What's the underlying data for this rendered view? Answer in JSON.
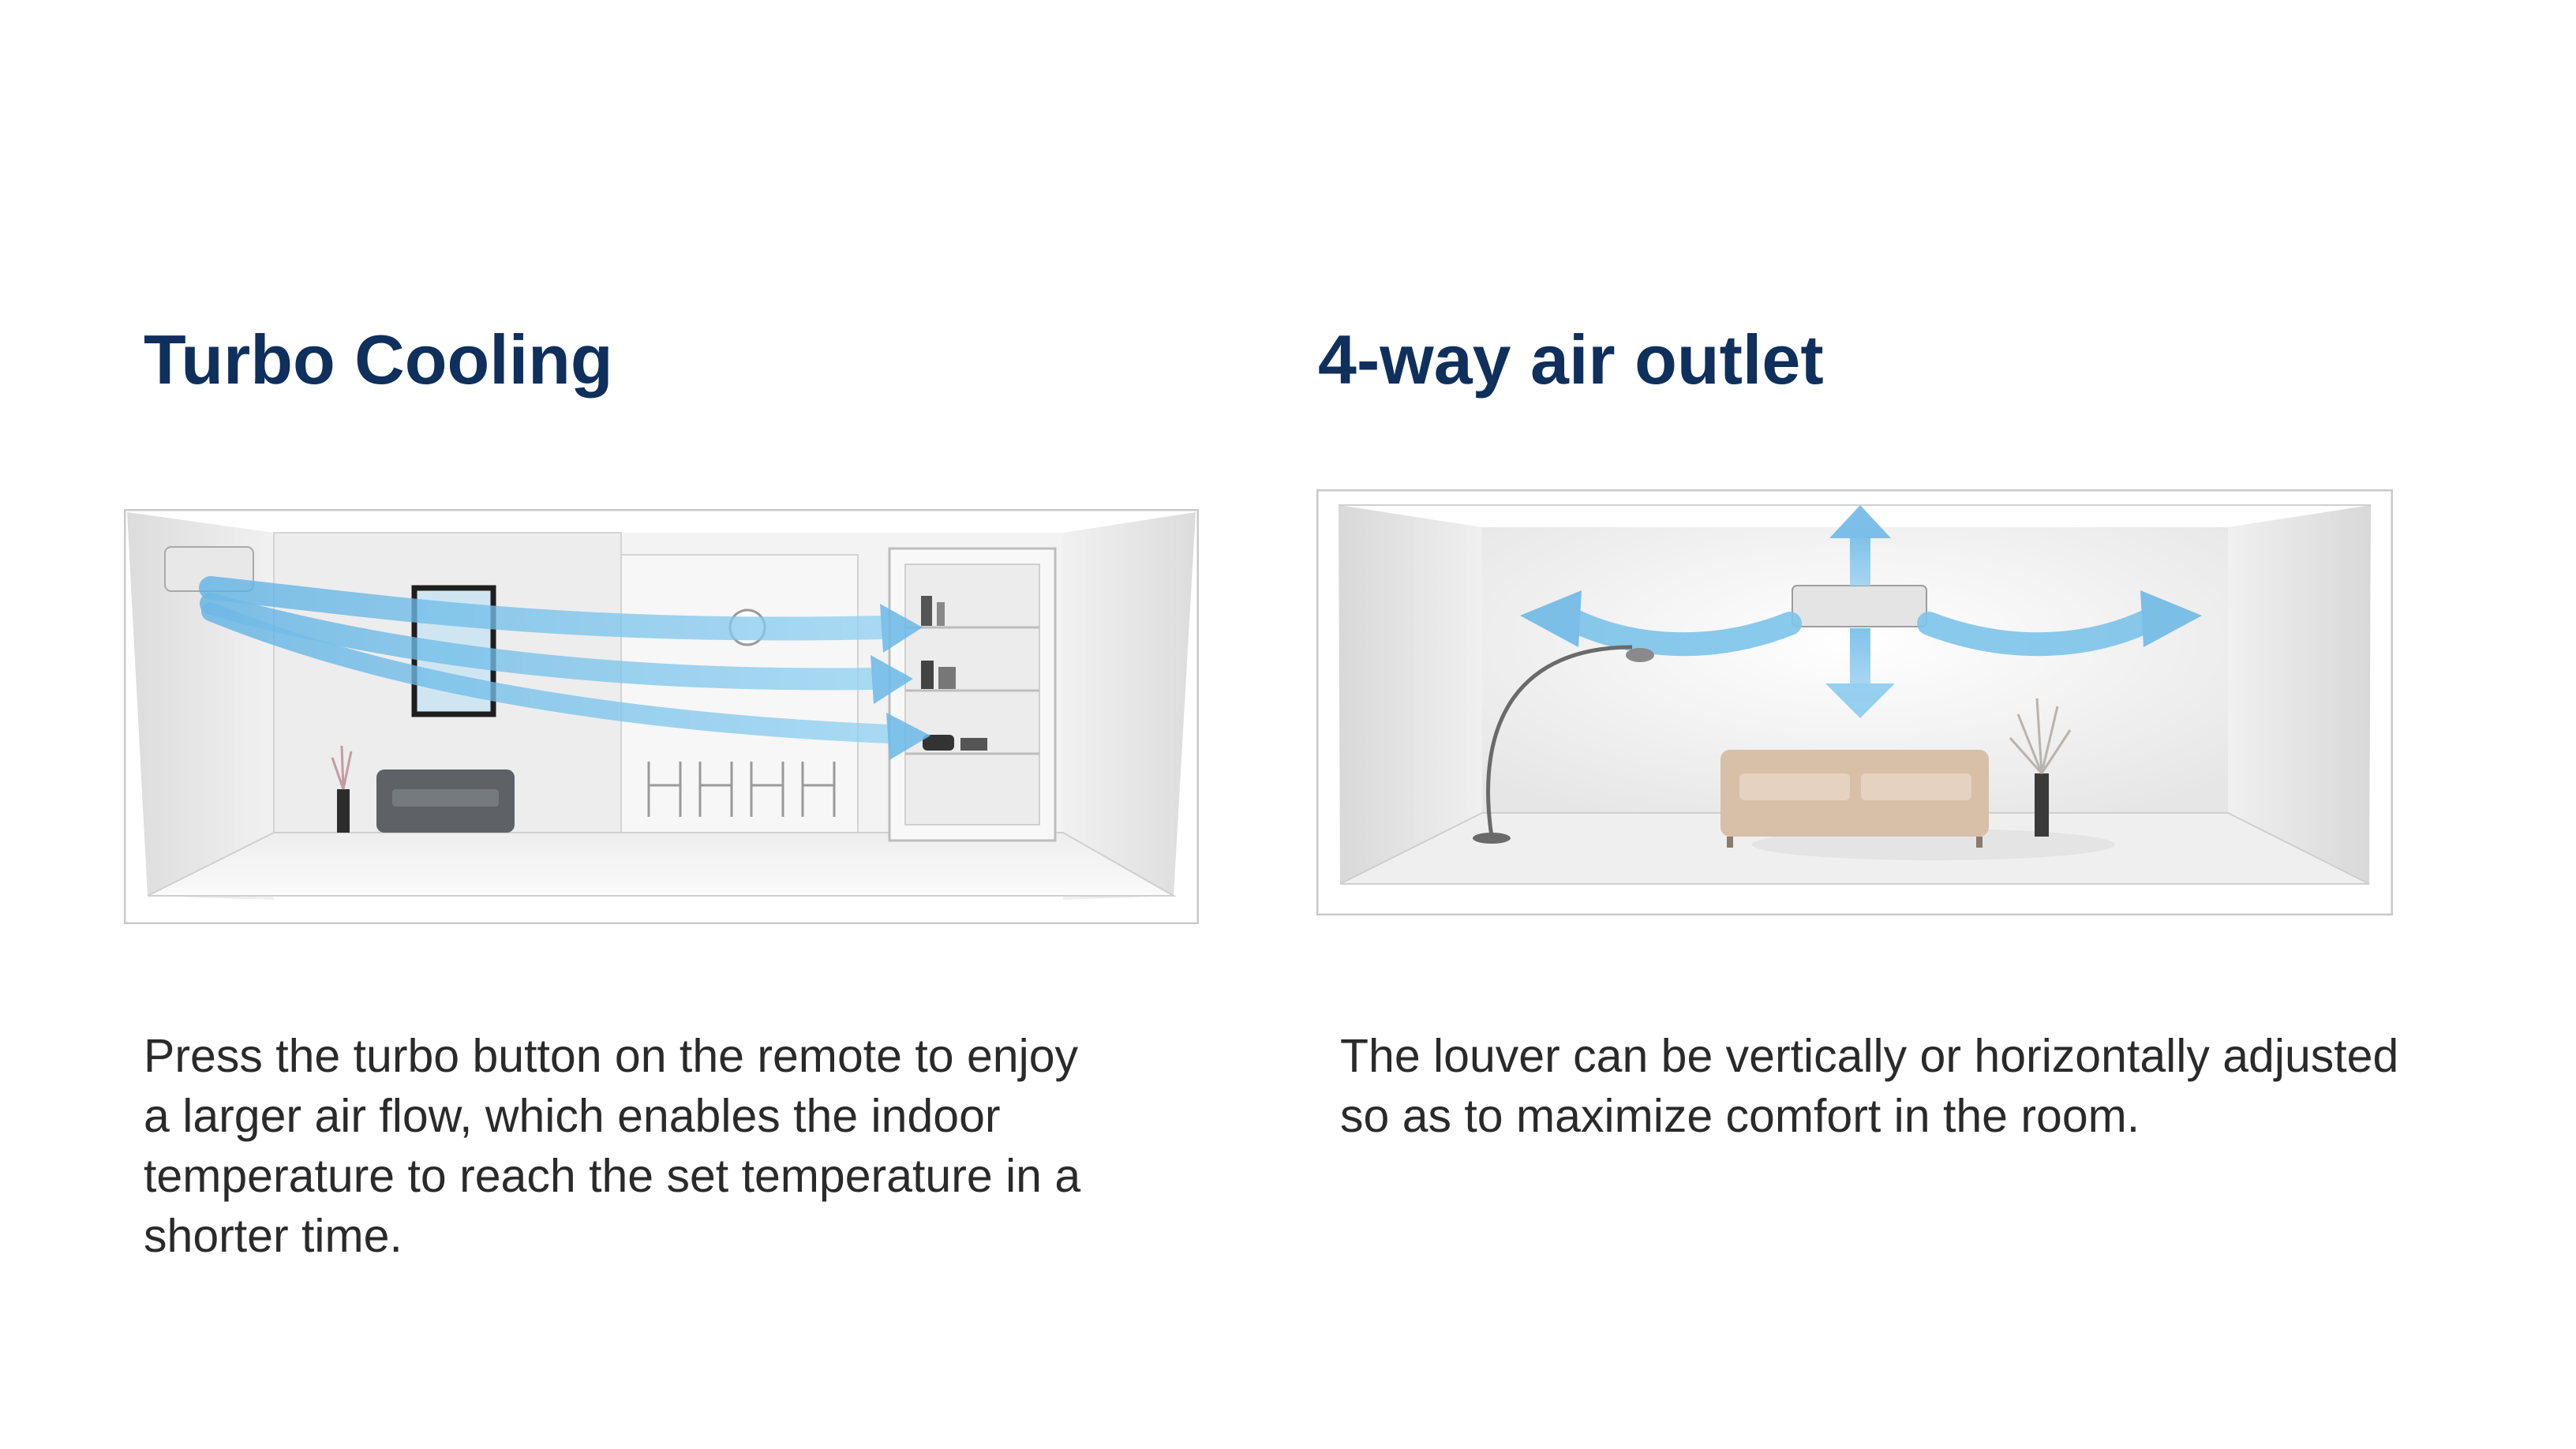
{
  "features": [
    {
      "title": "Turbo Cooling",
      "description_lines": [
        "Press the turbo button on the remote to enjoy",
        "a larger air flow, which enables the indoor",
        "temperature to reach the set temperature in a",
        "shorter time."
      ]
    },
    {
      "title": "4-way air outlet",
      "description_lines": [
        "The louver can be vertically or horizontally adjusted",
        "so as to maximize comfort in the room."
      ]
    }
  ],
  "colors": {
    "title": "#0f2f5c",
    "body_text": "#2a2a2a",
    "airflow": "#7cc3ea",
    "sofa_left": "#5e6266",
    "sofa_right": "#d8bfa8"
  }
}
